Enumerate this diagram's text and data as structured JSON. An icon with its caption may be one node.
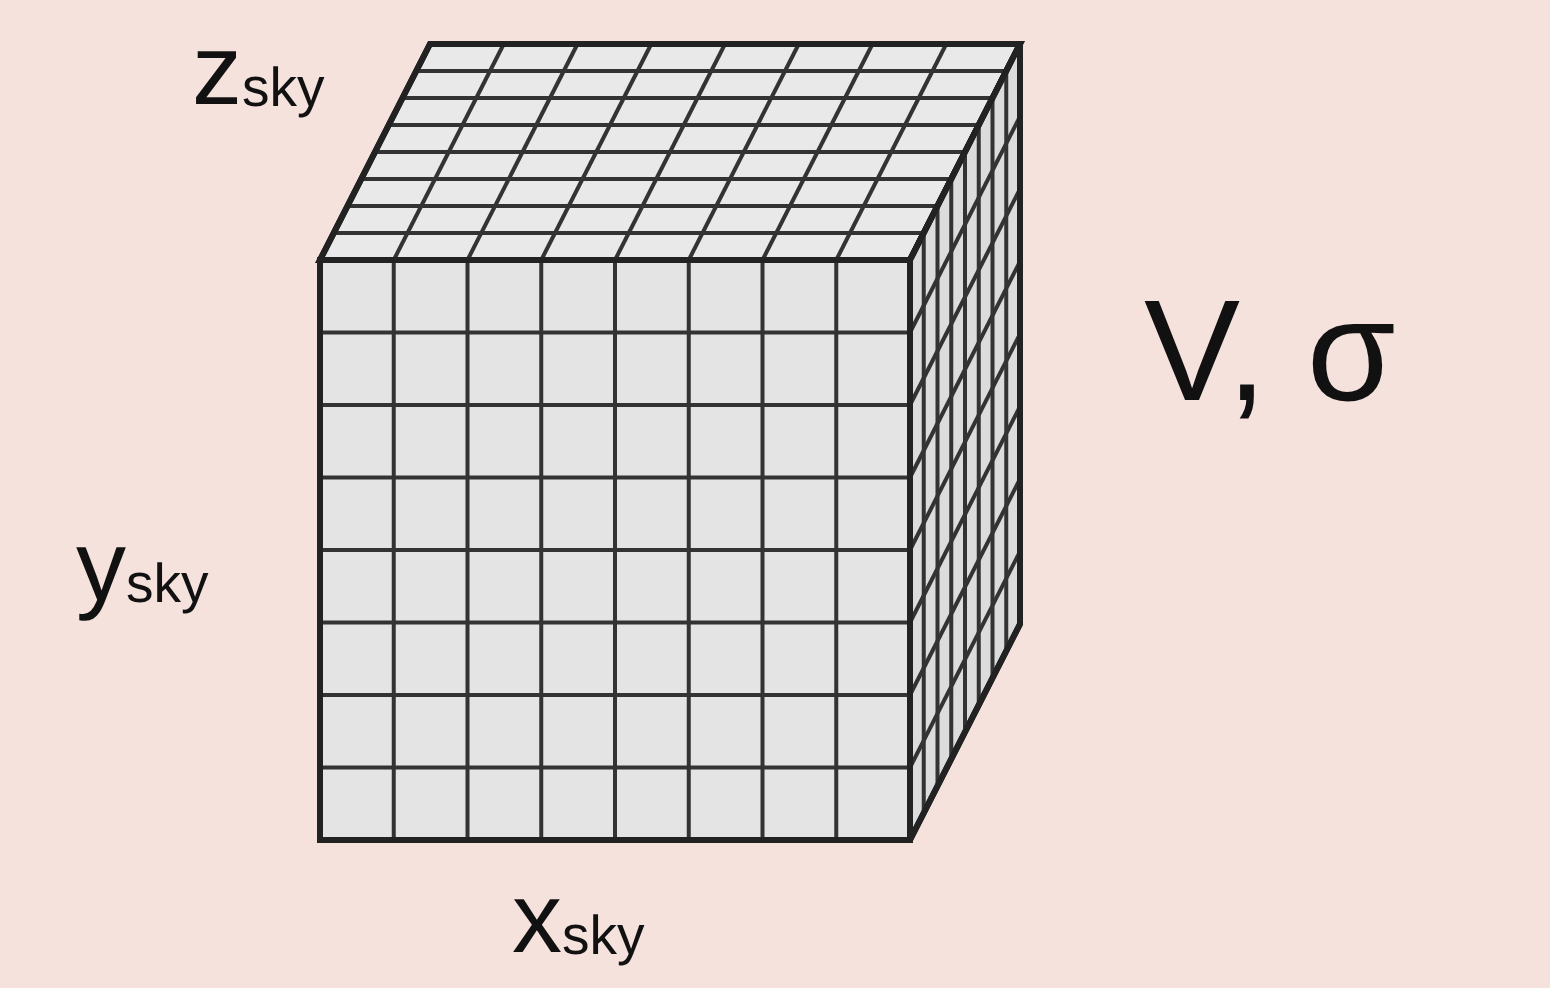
{
  "diagram": {
    "labels": [
      "z$_{sky}$",
      "V, σ",
      "y$_{sky}$",
      "x$_{sky}$"
    ]
  }
}
